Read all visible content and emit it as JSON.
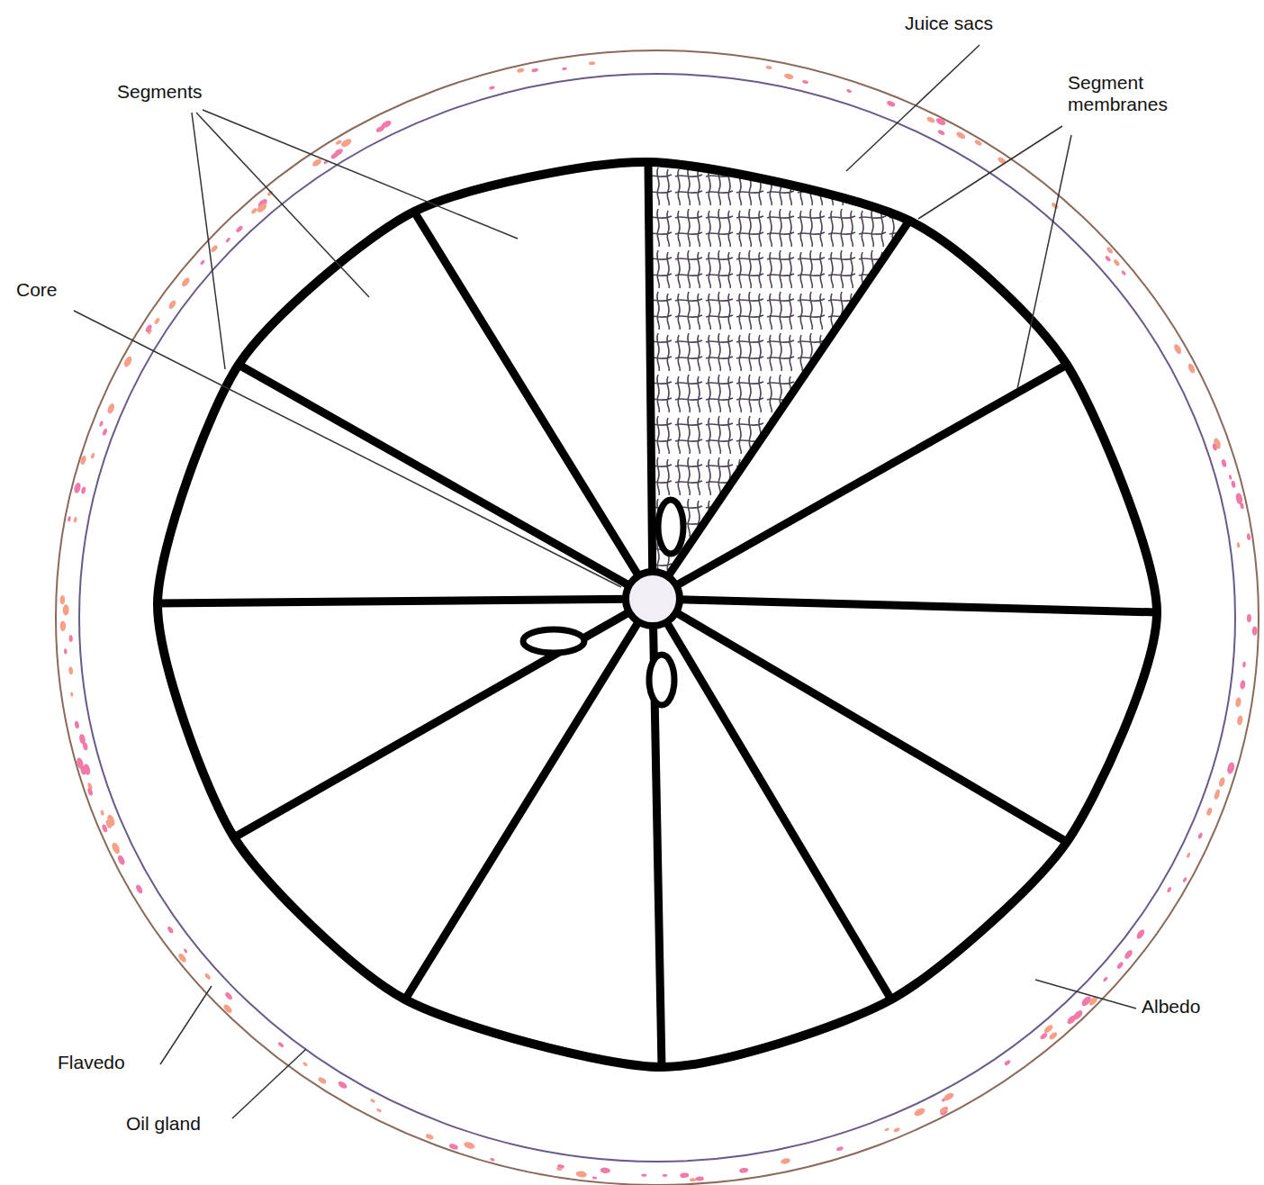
{
  "diagram": {
    "labels": [
      "Juice sacs",
      "Segments",
      "Segment membranes",
      "Core",
      "Albedo",
      "Flavedo",
      "Oil gland"
    ]
  }
}
